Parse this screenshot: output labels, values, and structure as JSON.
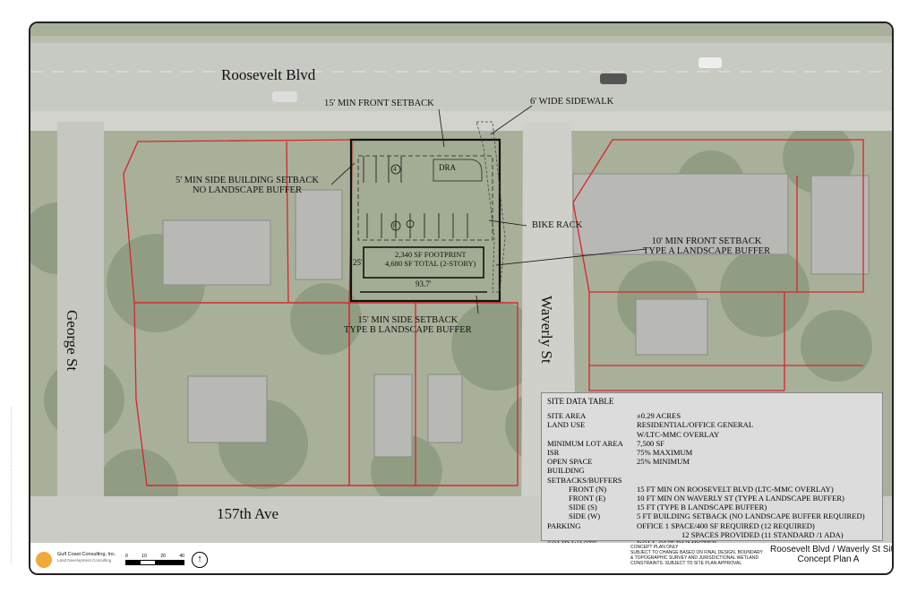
{
  "streets": {
    "north": "Roosevelt Blvd",
    "west": "George St",
    "east": "Waverly St",
    "south": "157th Ave"
  },
  "callouts": {
    "front_setback": "15' MIN FRONT SETBACK",
    "sidewalk": "6' WIDE SIDEWALK",
    "side_setback_line1": "5' MIN SIDE BUILDING SETBACK",
    "side_setback_line2": "NO LANDSCAPE BUFFER",
    "dra": "DRA",
    "bike_rack": "BIKE RACK",
    "front_setback_e_line1": "10' MIN FRONT SETBACK",
    "front_setback_e_line2": "TYPE A LANDSCAPE BUFFER",
    "footprint_line1": "2,340 SF FOOTPRINT",
    "footprint_line2": "4,680 SF TOTAL (2-STORY)",
    "dim_width": "93.7'",
    "dim_depth": "25'",
    "side_setback_s_line1": "15' MIN SIDE SETBACK",
    "side_setback_s_line2": "TYPE B LANDSCAPE BUFFER",
    "stall_count_upper": "4",
    "stall_count_lower": "8"
  },
  "site_data": {
    "title": "SITE DATA TABLE",
    "rows": [
      {
        "label": "SITE AREA",
        "value": "±0.29 ACRES"
      },
      {
        "label": "LAND USE",
        "value": "RESIDENTIAL/OFFICE GENERAL"
      },
      {
        "label": "",
        "value": "W/LTC-MMC OVERLAY"
      },
      {
        "label": "MINIMUM LOT AREA",
        "value": "7,500 SF"
      },
      {
        "label": "ISR",
        "value": "75% MAXIMUM"
      },
      {
        "label": "OPEN SPACE",
        "value": "25% MINIMUM"
      },
      {
        "label": "BUILDING SETBACKS/BUFFERS",
        "value": ""
      }
    ],
    "setbacks": [
      {
        "label": "FRONT (N)",
        "value": "15 FT  MIN ON ROOSEVELT BLVD (LTC-MMC OVERLAY)"
      },
      {
        "label": "FRONT (E)",
        "value": "10 FT MIN ON WAVERLY ST (TYPE A LANDSCAPE BUFFER)"
      },
      {
        "label": "SIDE (S)",
        "value": "15 FT (TYPE B LANDSCAPE BUFFER)"
      },
      {
        "label": "SIDE (W)",
        "value": "5 FT BUILDING SETBACK (NO LANDSCAPE BUFFER REQUIRED)"
      }
    ],
    "parking_label": "PARKING",
    "parking_line1": "OFFICE        1 SPACE/400 SF REQUIRED (12 REQUIRED)",
    "parking_line2": "12 SPACES PROVIDED (11 STANDARD /1 ADA)",
    "waste_label": "SOLID WASTE",
    "waste_value": "ROLL OUT DUMPSTER"
  },
  "footer": {
    "company": "Gulf Coast Consulting, Inc.",
    "company_sub": "Land Development Consulting",
    "scale_ticks": [
      "0",
      "10",
      "20",
      "40"
    ],
    "disclaimer": [
      "CONCEPT PLAN ONLY",
      "SUBJECT TO CHANGE BASED ON FINAL DESIGN, BOUNDARY",
      "& TOPOGRAPHIC SURVEY AND JURISDICTIONAL WETLAND",
      "CONSTRAINTS. SUBJECT TO SITE PLAN APPROVAL"
    ],
    "project_title": "Roosevelt Blvd / Waverly St Site",
    "plan_name": "Concept Plan A"
  },
  "colors": {
    "road": "#c9cbc6",
    "vegetation": "#9aa58a",
    "parcel_line": "#d9242a",
    "site_line": "#111111",
    "table_bg": "#dcdcdc"
  }
}
